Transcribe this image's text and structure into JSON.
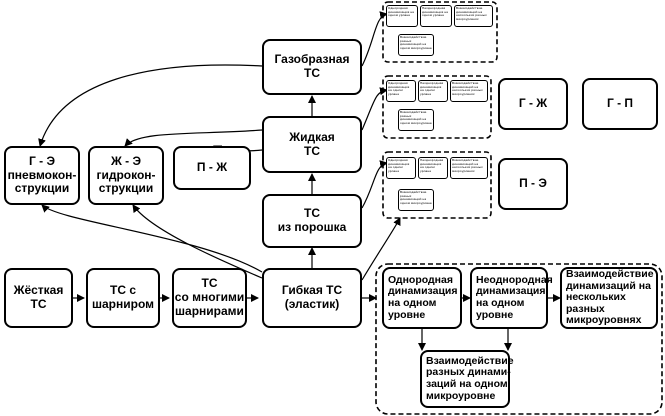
{
  "nodes": {
    "gas": "Газобразная\nТС",
    "liquid": "Жидкая\nТС",
    "powder": "ТС\nиз порошка",
    "flexible": "Гибкая ТС\n(эластик)",
    "rigid": "Жёсткая\nТС",
    "hinge": "ТС с\nшарниром",
    "multi_hinge": "ТС\nсо многими\nшарнирами",
    "ge": "Г - Э\nпневмокон-\nструкции",
    "zhe": "Ж - Э\nгидрокон-\nструкции",
    "pzh": "П - Ж",
    "gzh": "Г - Ж",
    "gp": "Г - П",
    "pe": "П - Э"
  },
  "group": {
    "homogeneous": "Однородная\nдинамизация\nна одном\nуровне",
    "heterogeneous": "Неоднородная\nдинамизация\nна одном\nуровне",
    "interaction_multi": "Взаимодействие\nдинамизаций на\nнескольких разных\nмикроуровнях",
    "interaction_one": "Взаимодействие\nразных динами-\nзаций на одном\nмикроуровне"
  },
  "mini": {
    "a": "Однородная динамизация на одном уровне",
    "b": "Неоднородная динамизация на одном уровне",
    "c": "Взаимодействие динамизаций на нескольких разных микроуровнях",
    "d": "Взаимодействие разных динамизаций на одном микроуровне"
  }
}
